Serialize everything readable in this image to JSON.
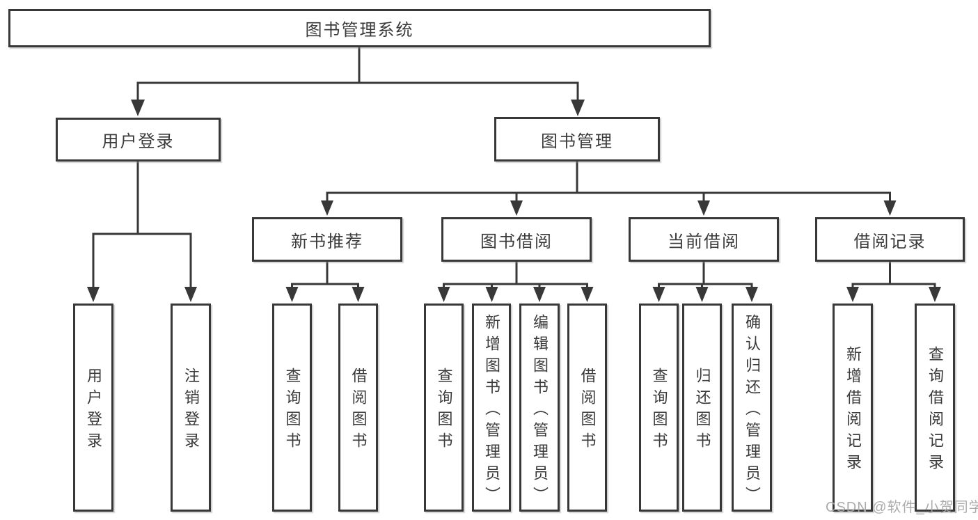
{
  "diagram_type": "functional-structure-tree",
  "tree": {
    "label": "图书管理系统",
    "children": [
      {
        "label": "用户登录",
        "children": [
          {
            "label": "用户登录"
          },
          {
            "label": "注销登录"
          }
        ]
      },
      {
        "label": "图书管理",
        "children": [
          {
            "label": "新书推荐",
            "children": [
              {
                "label": "查询图书"
              },
              {
                "label": "借阅图书"
              }
            ]
          },
          {
            "label": "图书借阅",
            "children": [
              {
                "label": "查询图书"
              },
              {
                "label": "新增图书（管理员）"
              },
              {
                "label": "编辑图书（管理员）"
              },
              {
                "label": "借阅图书"
              }
            ]
          },
          {
            "label": "当前借阅",
            "children": [
              {
                "label": "查询图书"
              },
              {
                "label": "归还图书"
              },
              {
                "label": "确认归还（管理员）"
              }
            ]
          },
          {
            "label": "借阅记录",
            "children": [
              {
                "label": "新增借阅记录"
              },
              {
                "label": "查询借阅记录"
              }
            ]
          }
        ]
      }
    ]
  },
  "watermark": {
    "text": "CSDN @软件_小贺同学"
  },
  "colors": {
    "bg": "#ffffff",
    "line": "#383838",
    "border": "#383838",
    "text": "#3a3a3a",
    "watermark": "#a6a6a6"
  }
}
